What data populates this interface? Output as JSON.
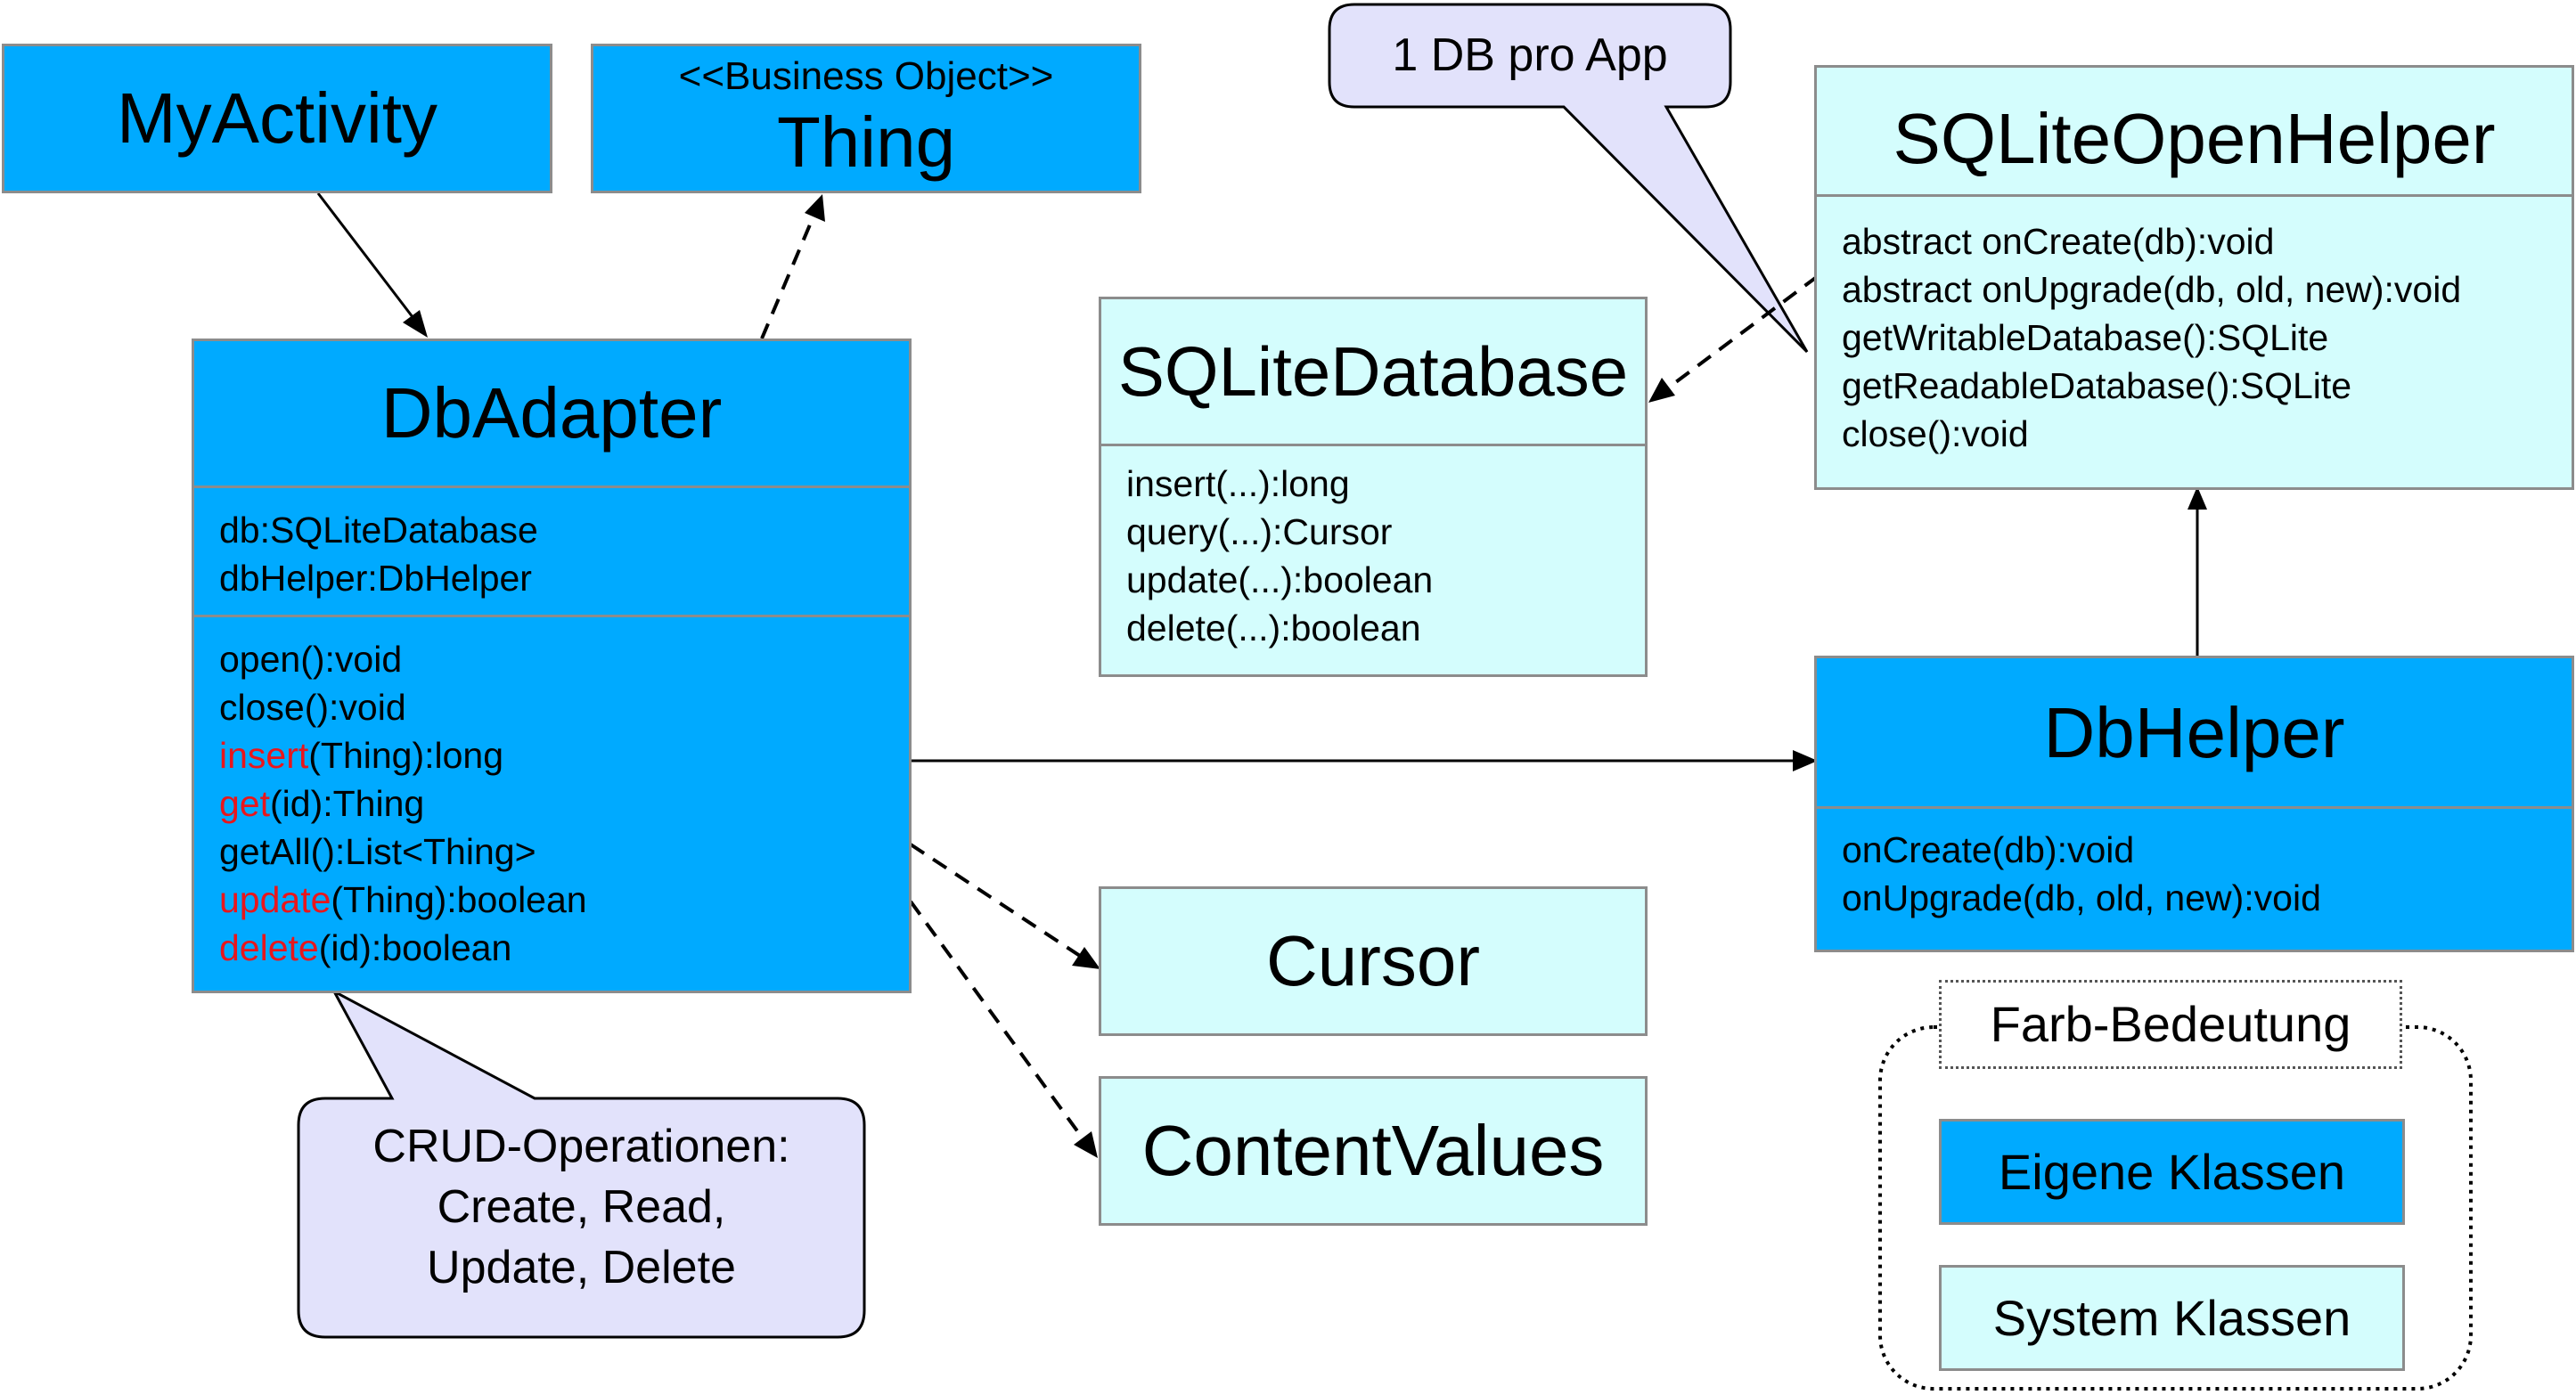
{
  "colors": {
    "own_class": "#00aaff",
    "system_class": "#d4fdfd",
    "border": "#8c8c8c",
    "callout": "#e2e2fb",
    "highlight": "#e8161c"
  },
  "classes": {
    "myactivity": {
      "name": "MyActivity"
    },
    "thing": {
      "stereotype": "<<Business Object>>",
      "name": "Thing"
    },
    "dbadapter": {
      "name": "DbAdapter",
      "attributes": [
        "db:SQLiteDatabase",
        "dbHelper:DbHelper"
      ],
      "methods": [
        {
          "name": "open",
          "sig": "():void"
        },
        {
          "name": "close",
          "sig": "():void"
        },
        {
          "name": "insert",
          "sig": "(Thing):long"
        },
        {
          "name": "get",
          "sig": "(id):Thing"
        },
        {
          "name": "getAll",
          "sig": "():List<Thing>"
        },
        {
          "name": "update",
          "sig": "(Thing):boolean"
        },
        {
          "name": "delete",
          "sig": "(id):boolean"
        }
      ]
    },
    "sqlitedatabase": {
      "name": "SQLiteDatabase",
      "methods": [
        "insert(...):long",
        "query(...):Cursor",
        "update(...):boolean",
        "delete(...):boolean"
      ]
    },
    "sqliteopenhelper": {
      "name": "SQLiteOpenHelper",
      "methods": [
        "abstract onCreate(db):void",
        "abstract onUpgrade(db, old, new):void",
        "getWritableDatabase():SQLite",
        "getReadableDatabase():SQLite",
        "close():void"
      ]
    },
    "dbhelper": {
      "name": "DbHelper",
      "methods": [
        "onCreate(db):void",
        "onUpgrade(db, old, new):void"
      ]
    },
    "cursor": {
      "name": "Cursor"
    },
    "contentvalues": {
      "name": "ContentValues"
    }
  },
  "callouts": {
    "db_per_app": "1 DB pro App",
    "crud": [
      "CRUD-Operationen:",
      "Create, Read,",
      "Update, Delete"
    ]
  },
  "legend": {
    "title": "Farb-Bedeutung",
    "own": "Eigene Klassen",
    "system": "System Klassen"
  }
}
